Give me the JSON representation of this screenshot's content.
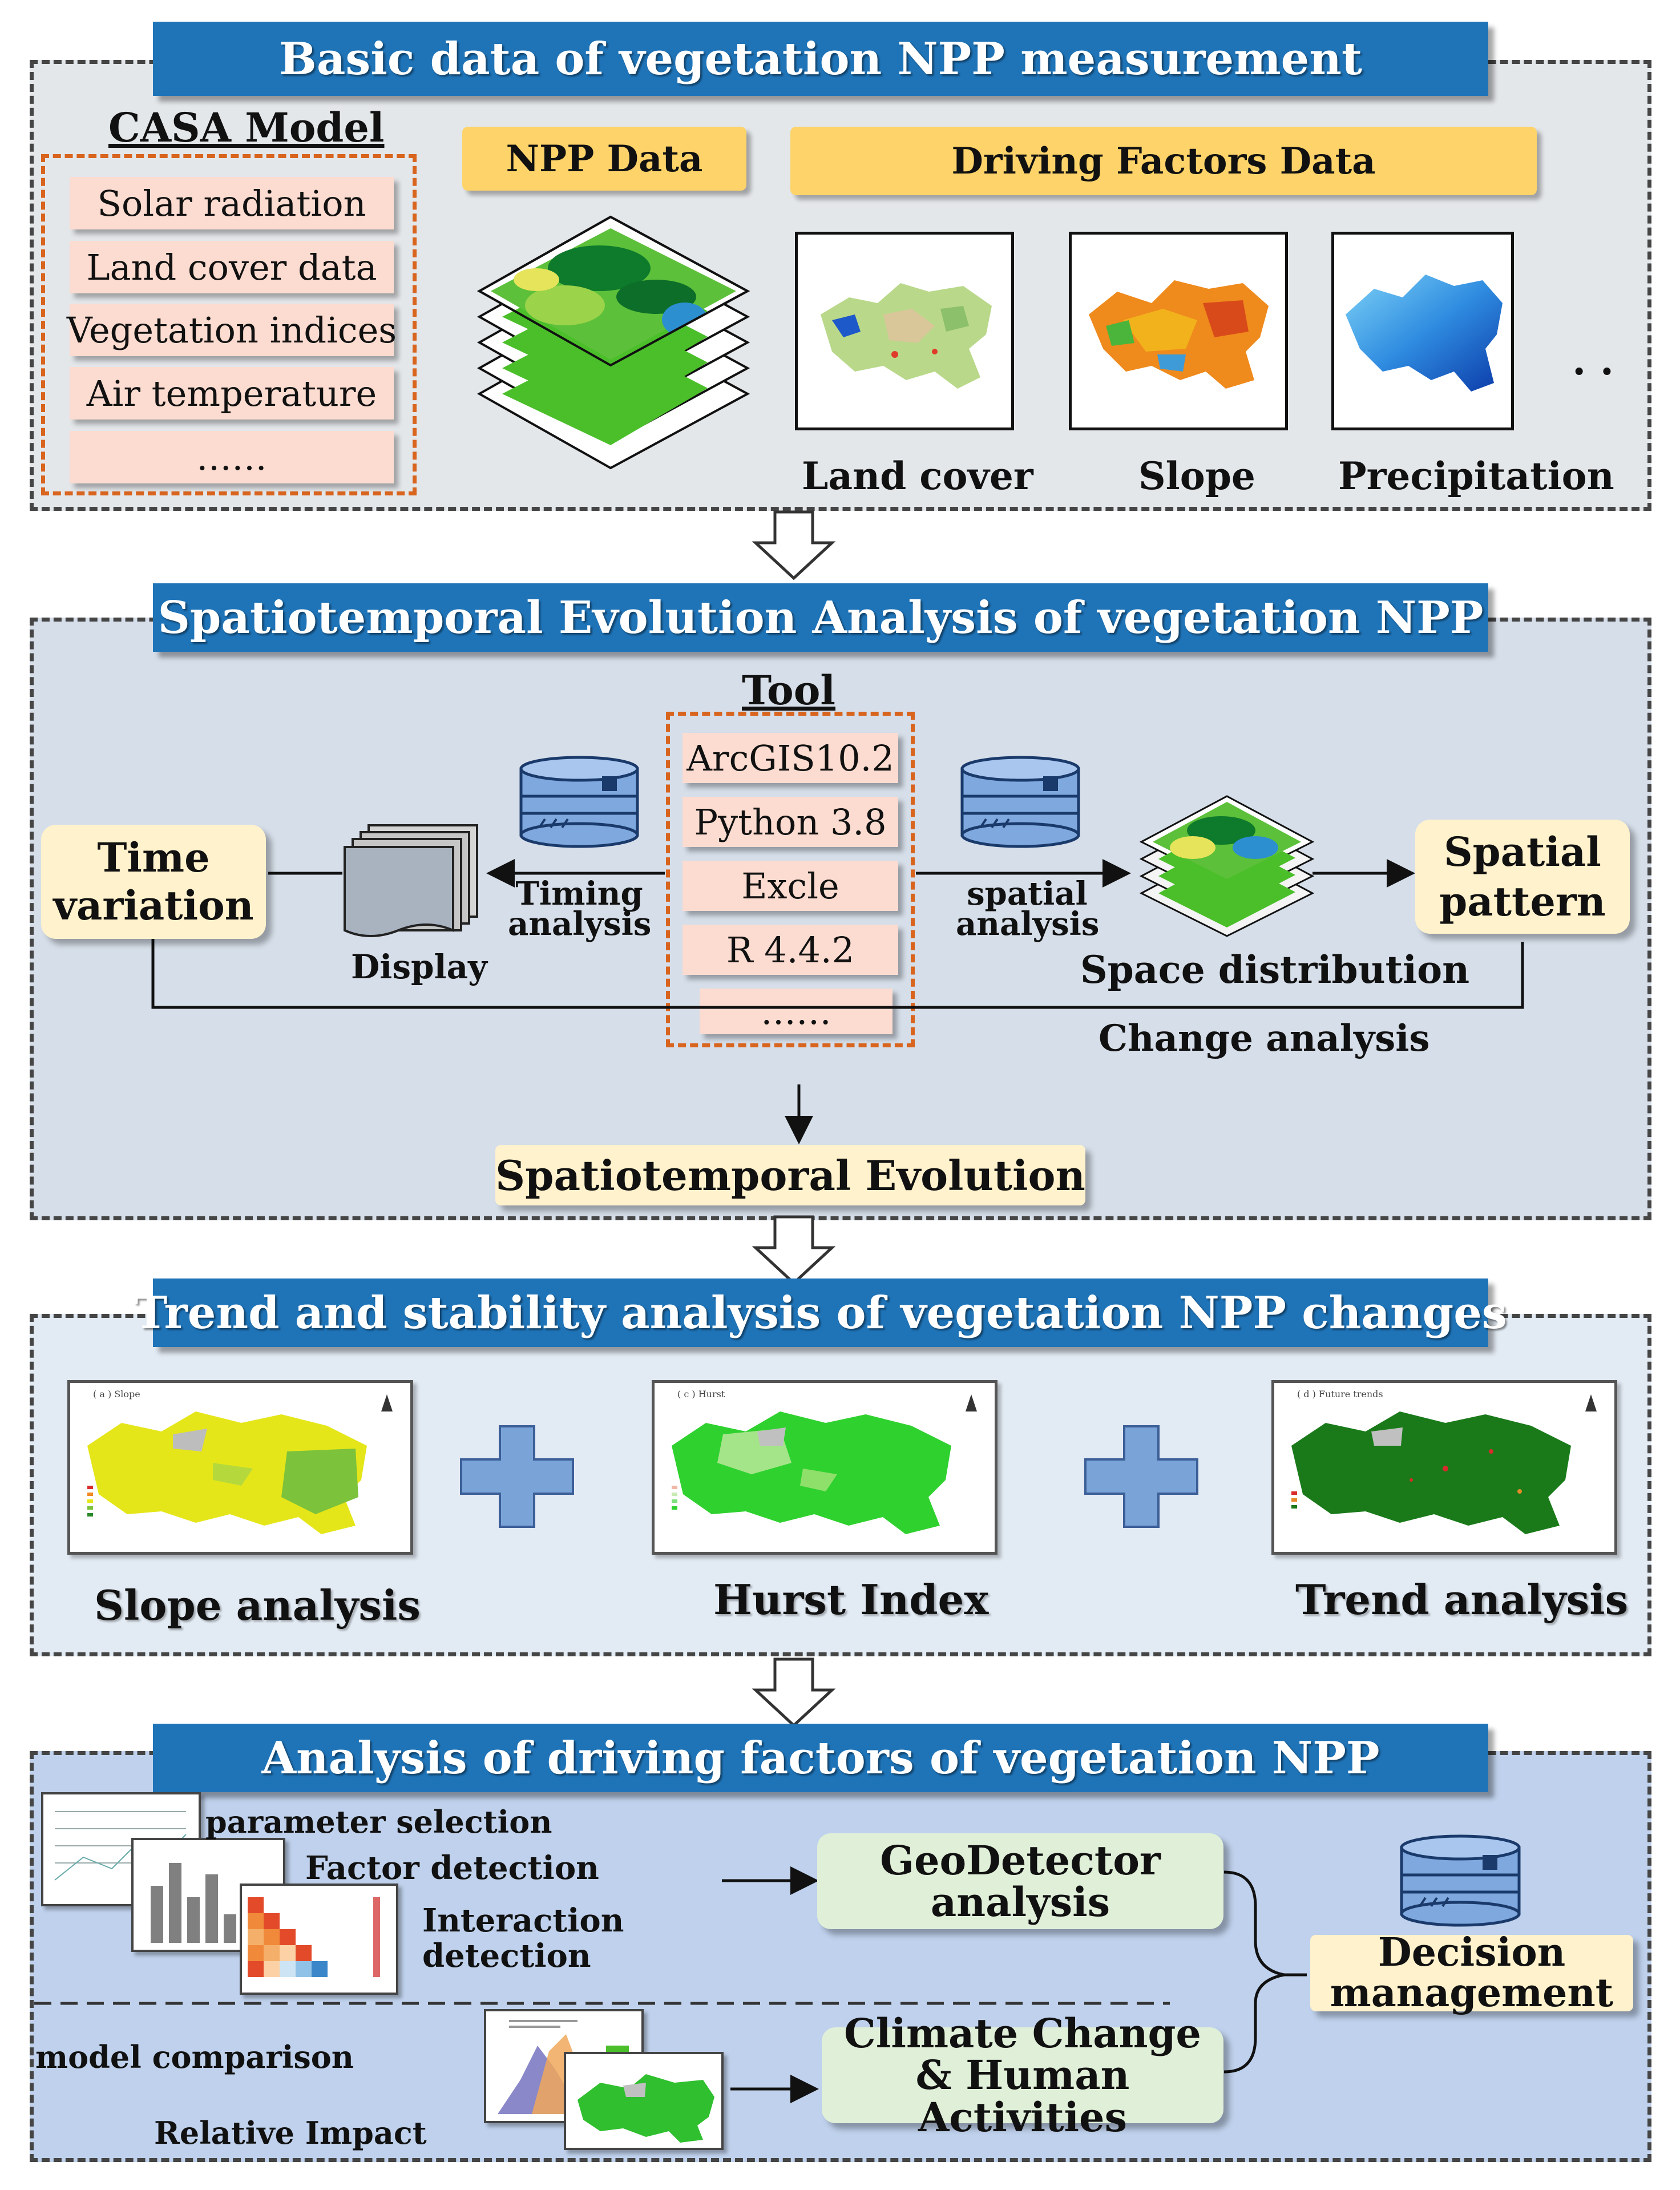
{
  "section1": {
    "title": "Basic data of vegetation NPP measurement",
    "casa_title": "CASA Model",
    "casa_items": [
      "Solar radiation",
      "Land cover  data",
      "Vegetation indices",
      "Air temperature",
      "……"
    ],
    "npp_data_label": "NPP Data",
    "driving_label": "Driving Factors Data",
    "maps": [
      "Land cover",
      "Slope",
      "Precipitation"
    ],
    "ellipsis": ". ."
  },
  "section2": {
    "title": "Spatiotemporal Evolution Analysis of  vegetation NPP",
    "tool_title": "Tool",
    "tools": [
      "ArcGIS10.2",
      "Python 3.8",
      "Excle",
      "R 4.4.2",
      "……"
    ],
    "time_variation": "Time variation",
    "spatial_pattern": "Spatial pattern",
    "display": "Display",
    "timing_analysis": "Timing analysis",
    "spatial_analysis": "spatial analysis",
    "space_distribution": "Space distribution",
    "change_analysis": "Change analysis",
    "evolution": "Spatiotemporal Evolution"
  },
  "section3": {
    "title": "Trend and stability analysis of vegetation NPP changes",
    "maps": [
      {
        "label": "Slope analysis",
        "inner_title": "( a ) Slope"
      },
      {
        "label": "Hurst Index",
        "inner_title": "( c ) Hurst"
      },
      {
        "label": "Trend analysis",
        "inner_title": "( d ) Future trends"
      }
    ]
  },
  "section4": {
    "title": "Analysis of driving factors of vegetation NPP",
    "parameter_selection": "parameter selection",
    "factor_detection": "Factor detection",
    "interaction_detection": "Interaction detection",
    "geodetector": "GeoDetector analysis",
    "model_comparison": "model comparison",
    "relative_impact": "Relative Impact",
    "climate": "Climate Change & Human Activities",
    "decision": "Decision management"
  },
  "colors": {
    "banner_blue": "#1f74b8",
    "section1_bg": "#e4e7ea",
    "section2_bg": "#d6dee9",
    "section3_bg": "#e2eaf3",
    "section4_bg": "#bfd1ec",
    "orange_dash": "#d8641e",
    "pink_box": "#fcdcd0",
    "yellow_box": "#fdd36a",
    "cream_box": "#fff2cc",
    "mint_box": "#e0efd8",
    "plus_blue": "#7aa3d8"
  }
}
